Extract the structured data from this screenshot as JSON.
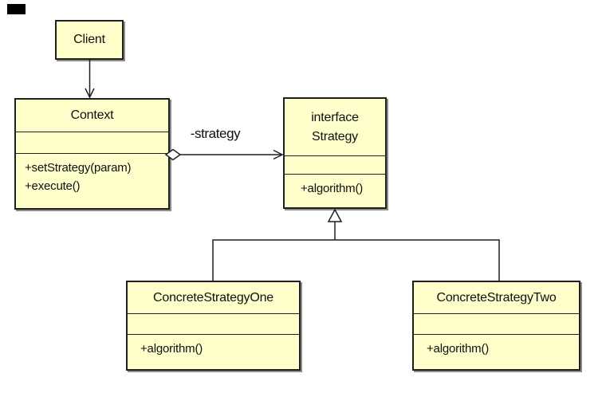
{
  "diagram": {
    "type": "uml-class-diagram",
    "pattern": "Strategy",
    "colors": {
      "class_fill": "#FFFFCC",
      "class_border": "#1F1F1F",
      "connector": "#1F1F1F",
      "shadow": "#8C8C8C",
      "background": "#FFFFFF",
      "marker": "#000000"
    },
    "classes": {
      "client": {
        "name": "Client"
      },
      "context": {
        "name": "Context",
        "attributes": "",
        "methods": [
          "+setStrategy(param)",
          "+execute()"
        ]
      },
      "strategy": {
        "stereotype": "interface",
        "name": "Strategy",
        "attributes": "",
        "methods": [
          "+algorithm()"
        ]
      },
      "concrete_one": {
        "name": "ConcreteStrategyOne",
        "attributes": "",
        "methods": [
          "+algorithm()"
        ]
      },
      "concrete_two": {
        "name": "ConcreteStrategyTwo",
        "attributes": "",
        "methods": [
          "+algorithm()"
        ]
      }
    },
    "relations": {
      "client_to_context": {
        "type": "directed-association",
        "label": ""
      },
      "context_to_strategy": {
        "type": "aggregation",
        "label": "-strategy"
      },
      "concrete_one_to_strategy": {
        "type": "generalization",
        "label": ""
      },
      "concrete_two_to_strategy": {
        "type": "generalization",
        "label": ""
      }
    }
  }
}
